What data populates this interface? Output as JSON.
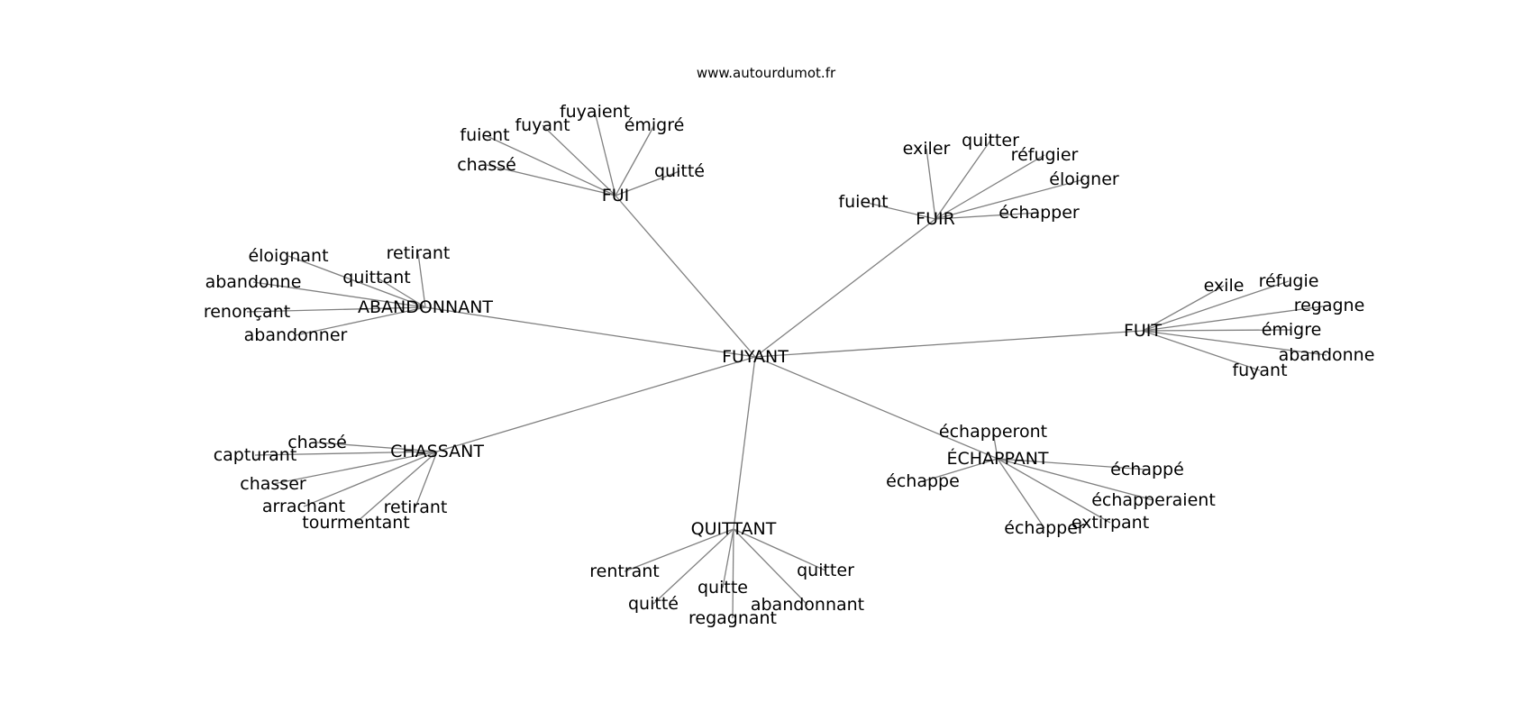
{
  "site": "www.autourdumot.fr",
  "graph": {
    "root": "FUYANT",
    "hubs": [
      {
        "label": "FUI",
        "words": [
          "fuient",
          "fuyant",
          "fuyaient",
          "émigré",
          "chassé",
          "quitté"
        ]
      },
      {
        "label": "FUIR",
        "words": [
          "exiler",
          "quitter",
          "réfugier",
          "éloigner",
          "fuient",
          "échapper"
        ]
      },
      {
        "label": "ABANDONNANT",
        "words": [
          "éloignant",
          "retirant",
          "quittant",
          "abandonne",
          "renonçant",
          "abandonner"
        ]
      },
      {
        "label": "FUIT",
        "words": [
          "exile",
          "réfugie",
          "regagne",
          "émigre",
          "abandonne",
          "fuyant"
        ]
      },
      {
        "label": "CHASSANT",
        "words": [
          "chassé",
          "capturant",
          "chasser",
          "arrachant",
          "retirant",
          "tourmentant"
        ]
      },
      {
        "label": "ÉCHAPPANT",
        "words": [
          "échapperont",
          "échappé",
          "échappe",
          "échapperaient",
          "extirpant",
          "échapper"
        ]
      },
      {
        "label": "QUITTANT",
        "words": [
          "rentrant",
          "quitter",
          "quitté",
          "quitte",
          "abandonnant",
          "regagnant"
        ]
      }
    ]
  }
}
